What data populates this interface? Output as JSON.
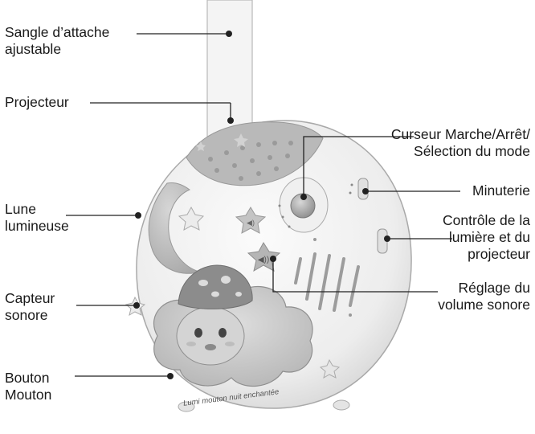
{
  "labels": {
    "strap": "Sangle d’attache\najustable",
    "projector": "Projecteur",
    "moon": "Lune\nlumineuse",
    "sensor": "Capteur\nsonore",
    "sheep_button": "Bouton\nMouton",
    "power_switch": "Curseur Marche/Arrêt/\nSélection du mode",
    "timer": "Minuterie",
    "light_control": "Contrôle de la\nlumière et du\nprojecteur",
    "volume": "Réglage du\nvolume sonore"
  },
  "product_name": "Lumi mouton nuit enchantée"
}
